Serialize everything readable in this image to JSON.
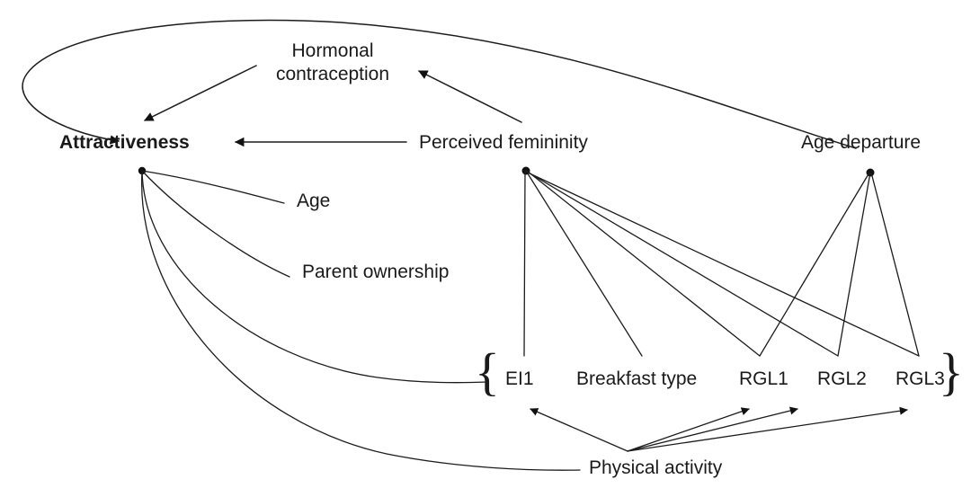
{
  "diagram": {
    "type": "path-diagram",
    "title": "",
    "background_color": "#ffffff",
    "line_color": "#1c1c1c",
    "text_color": "#1a1a1a",
    "nodes": [
      {
        "id": "hormonal_contraception",
        "label_line1": "Hormonal",
        "label_line2": "contraception",
        "bold": false
      },
      {
        "id": "attractiveness",
        "label": "Attractiveness",
        "bold": true
      },
      {
        "id": "perceived_femininity",
        "label": "Perceived femininity",
        "bold": false
      },
      {
        "id": "age_departure",
        "label": "Age departure",
        "bold": false
      },
      {
        "id": "age",
        "label": "Age",
        "bold": false
      },
      {
        "id": "parent_ownership",
        "label": "Parent ownership",
        "bold": false
      },
      {
        "id": "ei1",
        "label": "EI1",
        "bold": false
      },
      {
        "id": "breakfast_type",
        "label": "Breakfast type",
        "bold": false
      },
      {
        "id": "rgl1",
        "label": "RGL1",
        "bold": false
      },
      {
        "id": "rgl2",
        "label": "RGL2",
        "bold": false
      },
      {
        "id": "rgl3",
        "label": "RGL3",
        "bold": false
      },
      {
        "id": "physical_activity",
        "label": "Physical activity",
        "bold": false
      }
    ],
    "braces": {
      "left": "{",
      "right": "}"
    },
    "edges": [
      {
        "from": "age_departure",
        "to": "attractiveness",
        "arrow": true,
        "style": "curved-loop"
      },
      {
        "from": "hormonal_contraception",
        "to": "attractiveness",
        "arrow": true,
        "style": "straight"
      },
      {
        "from": "perceived_femininity",
        "to": "hormonal_contraception",
        "arrow": true,
        "style": "straight"
      },
      {
        "from": "perceived_femininity",
        "to": "attractiveness",
        "arrow": true,
        "style": "straight"
      },
      {
        "from": "attractiveness",
        "to": "age",
        "arrow": false,
        "style": "straight"
      },
      {
        "from": "attractiveness",
        "to": "parent_ownership",
        "arrow": false,
        "style": "curved"
      },
      {
        "from": "attractiveness",
        "to": "ei1_group",
        "arrow": false,
        "style": "curved"
      },
      {
        "from": "attractiveness",
        "to": "physical_activity",
        "arrow": false,
        "style": "curved"
      },
      {
        "from": "perceived_femininity",
        "to": "ei1",
        "arrow": false,
        "style": "straight"
      },
      {
        "from": "perceived_femininity",
        "to": "breakfast_type",
        "arrow": false,
        "style": "straight"
      },
      {
        "from": "perceived_femininity",
        "to": "rgl1",
        "arrow": false,
        "style": "straight"
      },
      {
        "from": "perceived_femininity",
        "to": "rgl2",
        "arrow": false,
        "style": "straight"
      },
      {
        "from": "perceived_femininity",
        "to": "rgl3",
        "arrow": false,
        "style": "straight"
      },
      {
        "from": "age_departure",
        "to": "rgl1",
        "arrow": false,
        "style": "straight"
      },
      {
        "from": "age_departure",
        "to": "rgl2",
        "arrow": false,
        "style": "straight"
      },
      {
        "from": "age_departure",
        "to": "rgl3",
        "arrow": false,
        "style": "straight"
      },
      {
        "from": "physical_activity",
        "to": "ei1",
        "arrow": true,
        "style": "straight"
      },
      {
        "from": "physical_activity",
        "to": "rgl1",
        "arrow": true,
        "style": "straight"
      },
      {
        "from": "physical_activity",
        "to": "rgl2",
        "arrow": true,
        "style": "straight"
      },
      {
        "from": "physical_activity",
        "to": "rgl3",
        "arrow": true,
        "style": "straight"
      }
    ]
  }
}
